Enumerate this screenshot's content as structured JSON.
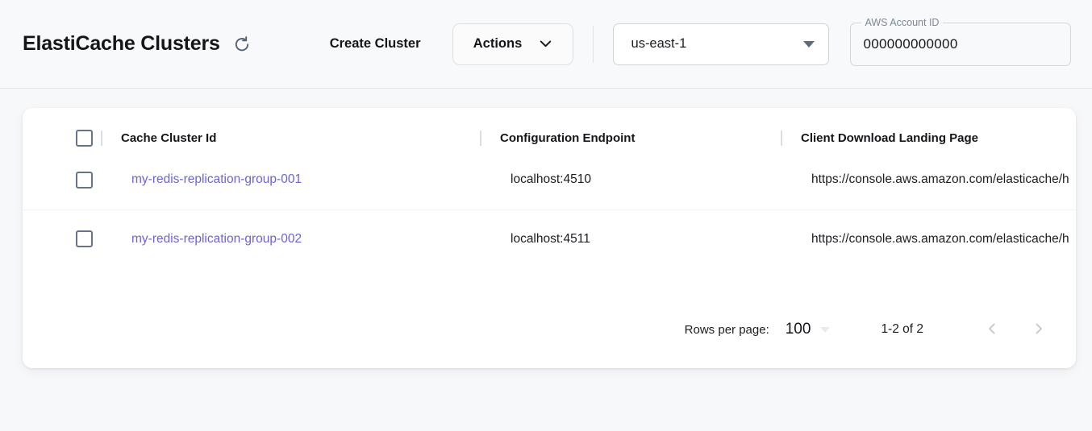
{
  "header": {
    "title": "ElastiCache Clusters",
    "refresh_icon": "refresh-icon",
    "create_label": "Create Cluster",
    "actions_label": "Actions",
    "actions_icon": "chevron-down-icon",
    "region": {
      "value": "us-east-1",
      "icon": "triangle-down-icon"
    },
    "account": {
      "label": "AWS Account ID",
      "value": "000000000000",
      "placeholder": "AWS Account ID"
    }
  },
  "table": {
    "columns": [
      {
        "key": "select",
        "label": ""
      },
      {
        "key": "cluster_id",
        "label": "Cache Cluster Id"
      },
      {
        "key": "endpoint",
        "label": "Configuration Endpoint"
      },
      {
        "key": "landing_page",
        "label": "Client Download Landing Page"
      }
    ],
    "rows": [
      {
        "cluster_id": "my-redis-replication-group-001",
        "endpoint": "localhost:4510",
        "landing_page": "https://console.aws.amazon.com/elasticache/h"
      },
      {
        "cluster_id": "my-redis-replication-group-002",
        "endpoint": "localhost:4511",
        "landing_page": "https://console.aws.amazon.com/elasticache/h"
      }
    ]
  },
  "pagination": {
    "rows_per_page_label": "Rows per page:",
    "rows_per_page_value": "100",
    "range_label": "1-2 of 2",
    "prev_icon": "chevron-left-icon",
    "next_icon": "chevron-right-icon"
  },
  "colors": {
    "link": "#6c63d8",
    "page_bg": "#f7f8fa",
    "header_bg": "#f8f9fb",
    "card_bg": "#ffffff",
    "checkbox_border": "#66748a",
    "disabled_chevron": "#c2c5ca"
  }
}
